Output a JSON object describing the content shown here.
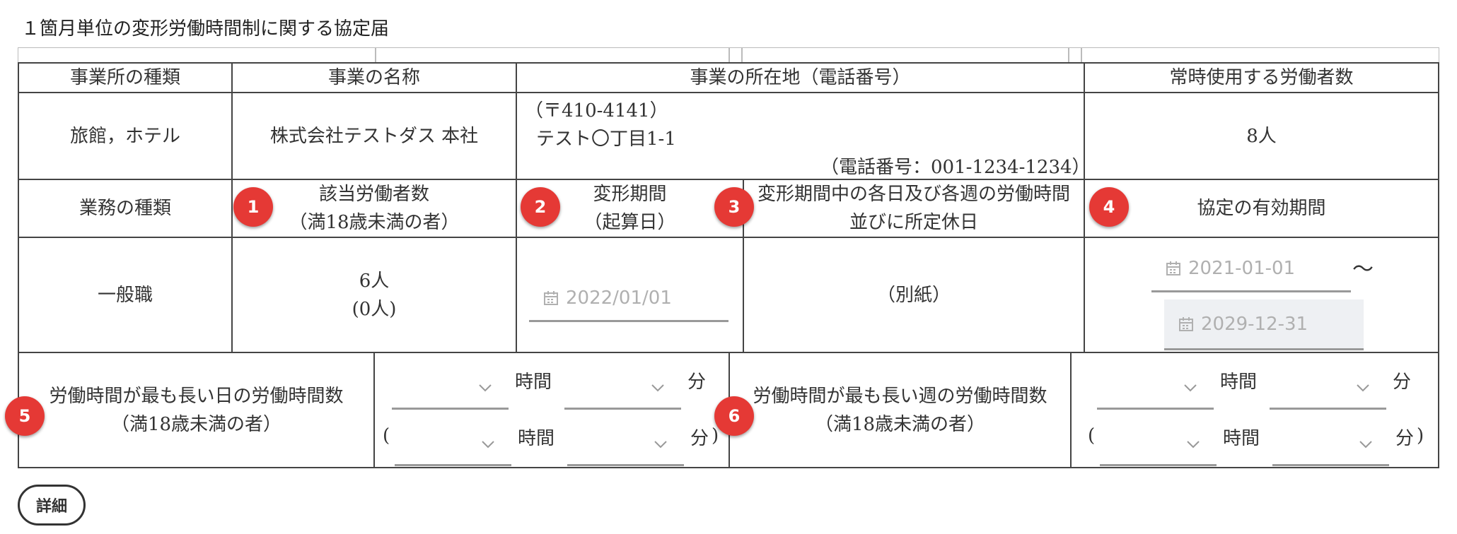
{
  "form_title": "１箇月単位の変形労働時間制に関する協定届",
  "headers": {
    "office_type": "事業所の種類",
    "business_name": "事業の名称",
    "location": "事業の所在地（電話番号）",
    "workers": "常時使用する労働者数",
    "job_type": "業務の種類",
    "applicable_workers_1": "該当労働者数",
    "applicable_workers_2": "（満18歳未満の者）",
    "period_1": "変形期間",
    "period_2": "（起算日）",
    "hours_1": "変形期間中の各日及び各週の労働時間",
    "hours_2": "並びに所定休日",
    "validity": "協定の有効期間"
  },
  "values": {
    "office_type": "旅館，ホテル",
    "business_name": "株式会社テストダス 本社",
    "postal": "（〒410-4141）",
    "address": "テスト〇丁目1-1",
    "phone": "（電話番号：001-1234-1234）",
    "workers": "8人",
    "job_type": "一般職",
    "applicable_workers": "6人",
    "applicable_minors": "(0人)",
    "period_start": "2022/01/01",
    "hours_note": "（別紙）",
    "validity_from": "2021-01-01",
    "validity_to": "2029-12-31",
    "tilde": "〜"
  },
  "longest_day": {
    "label_1": "労働時間が最も長い日の労働時間数",
    "label_2": "（満18歳未満の者）"
  },
  "longest_week": {
    "label_1": "労働時間が最も長い週の労働時間数",
    "label_2": "（満18歳未満の者）"
  },
  "units": {
    "hours": "時間",
    "minutes": "分",
    "open_paren": "(",
    "close_paren": ")"
  },
  "badges": [
    "1",
    "2",
    "3",
    "4",
    "5",
    "6"
  ],
  "detail_button": "詳細",
  "colors": {
    "badge": "#e53935",
    "border": "#444444",
    "placeholder": "#b0b0b0"
  }
}
